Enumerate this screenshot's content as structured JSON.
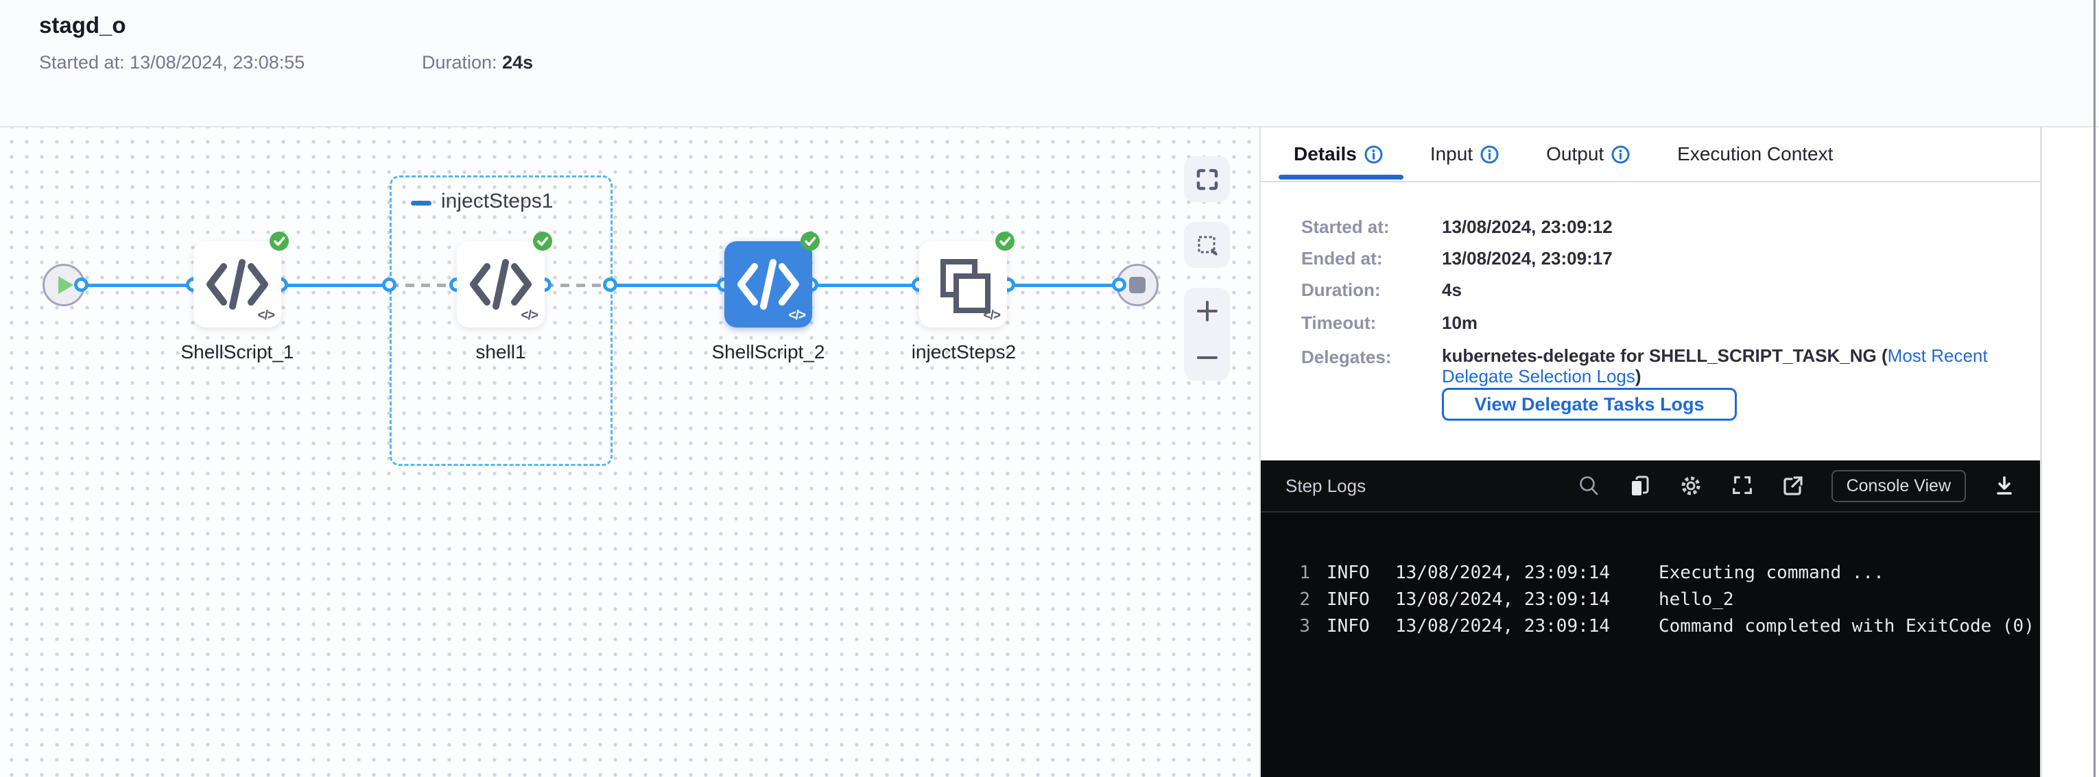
{
  "colors": {
    "accent_blue": "#2f9bf2",
    "link_blue": "#2069d6",
    "selected_node_blue": "#3d86e0",
    "success_green": "#4caf50",
    "group_border_blue": "#56b6f2",
    "log_bg": "#0a0b0d"
  },
  "header": {
    "title": "stagd_o",
    "started_label": "Started at:",
    "started_value": "13/08/2024, 23:08:55",
    "duration_label": "Duration:",
    "duration_value": "24s"
  },
  "canvas": {
    "group": {
      "label": "injectSteps1"
    },
    "nodes": [
      {
        "label": "ShellScript_1"
      },
      {
        "label": "shell1"
      },
      {
        "label": "ShellScript_2"
      },
      {
        "label": "injectSteps2"
      }
    ],
    "small_glyph": "</>"
  },
  "tabs": {
    "details": "Details",
    "input": "Input",
    "output": "Output",
    "execution_context": "Execution Context"
  },
  "details": {
    "rows": [
      {
        "label": "Started at:",
        "value": "13/08/2024, 23:09:12"
      },
      {
        "label": "Ended at:",
        "value": "13/08/2024, 23:09:17"
      },
      {
        "label": "Duration:",
        "value": "4s"
      },
      {
        "label": "Timeout:",
        "value": "10m"
      }
    ],
    "delegates_label": "Delegates:",
    "delegates_value": "kubernetes-delegate for SHELL_SCRIPT_TASK_NG (",
    "delegates_link_line1": "Most Recent",
    "delegates_link_line2": "Delegate Selection Logs",
    "delegates_suffix": ")",
    "view_logs_button": "View Delegate Tasks Logs"
  },
  "logs": {
    "title": "Step Logs",
    "console_view_label": "Console View",
    "lines": [
      {
        "num": "1",
        "level": "INFO",
        "time": "13/08/2024, 23:09:14",
        "message": "Executing command ..."
      },
      {
        "num": "2",
        "level": "INFO",
        "time": "13/08/2024, 23:09:14",
        "message": "hello_2"
      },
      {
        "num": "3",
        "level": "INFO",
        "time": "13/08/2024, 23:09:14",
        "message": "Command completed with ExitCode (0)"
      }
    ]
  }
}
